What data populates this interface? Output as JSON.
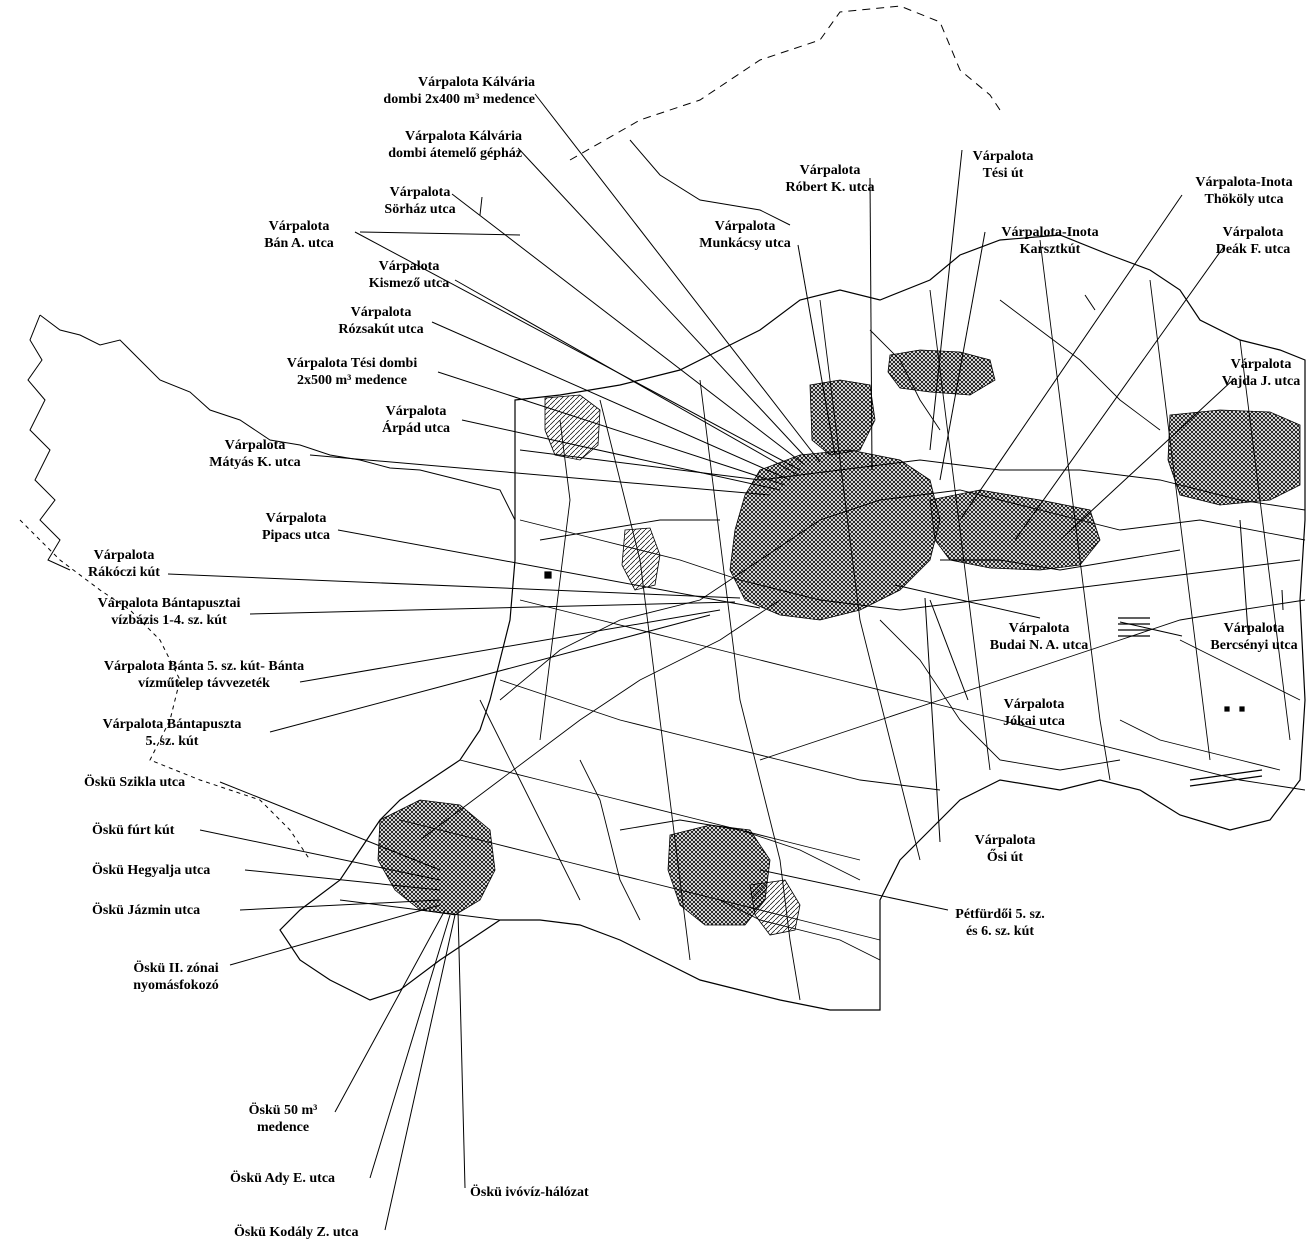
{
  "colors": {
    "ink": "#000000",
    "paper": "#ffffff",
    "shade": "#555555"
  },
  "labels": {
    "kalvaria_medence": [
      "Várpalota Kálvária",
      "dombi 2x400 m³ medence"
    ],
    "kalvaria_gephaz": [
      "Várpalota Kálvária",
      "dombi átemelő gépház"
    ],
    "sorhaz": [
      "Várpalota",
      "Sörház utca"
    ],
    "ban": [
      "Várpalota",
      "Bán A. utca"
    ],
    "kismezo": [
      "Várpalota",
      "Kismező utca"
    ],
    "rozsakut": [
      "Várpalota",
      "Rózsakút utca"
    ],
    "tesi_dombi": [
      "Várpalota Tési dombi",
      "2x500 m³ medence"
    ],
    "arpad": [
      "Várpalota",
      "Árpád utca"
    ],
    "matyas": [
      "Várpalota",
      "Mátyás K. utca"
    ],
    "pipacs": [
      "Várpalota",
      "Pipacs utca"
    ],
    "rakoczi": [
      "Várpalota",
      "Rákóczi kút"
    ],
    "bantapusztai": [
      "Várpalota Bántapusztai",
      "vízbázis 1-4. sz. kút"
    ],
    "banta5_tav": [
      "Várpalota Bánta 5. sz. kút- Bánta",
      "vízműtelep távvezeték"
    ],
    "bantapuszta5": [
      "Várpalota Bántapuszta",
      "5. sz. kút"
    ],
    "robert": [
      "Várpalota",
      "Róbert K. utca"
    ],
    "munkacsy": [
      "Várpalota",
      "Munkácsy utca"
    ],
    "tesi_ut": [
      "Várpalota",
      "Tési út"
    ],
    "inota_karszt": [
      "Várpalota-Inota",
      "Karsztkút"
    ],
    "inota_thokoly": [
      "Várpalota-Inota",
      "Thököly utca"
    ],
    "deak": [
      "Várpalota",
      "Deák F. utca"
    ],
    "vajda": [
      "Várpalota",
      "Vajda J. utca"
    ],
    "budai": [
      "Várpalota",
      "Budai N. A. utca"
    ],
    "bercsenyi": [
      "Várpalota",
      "Bercsényi utca"
    ],
    "jokai": [
      "Várpalota",
      "Jókai utca"
    ],
    "osi": [
      "Várpalota",
      "Ősi út"
    ],
    "petfurdoi": [
      "Pétfürdői 5. sz.",
      "és 6. sz. kút"
    ],
    "osku_szikla": [
      "Öskü Szikla utca"
    ],
    "osku_furt": [
      "Öskü fúrt kút"
    ],
    "osku_hegyalja": [
      "Öskü Hegyalja utca"
    ],
    "osku_jazmin": [
      "Öskü Jázmin utca"
    ],
    "osku_zonai": [
      "Öskü II. zónai",
      "nyomásfokozó"
    ],
    "osku_50": [
      "Öskü 50 m³",
      "medence"
    ],
    "osku_ady": [
      "Öskü Ady E. utca"
    ],
    "osku_ivoviz": [
      "Öskü ivóvíz-hálózat"
    ],
    "osku_kodaly": [
      "Öskü Kodály Z. utca"
    ]
  }
}
